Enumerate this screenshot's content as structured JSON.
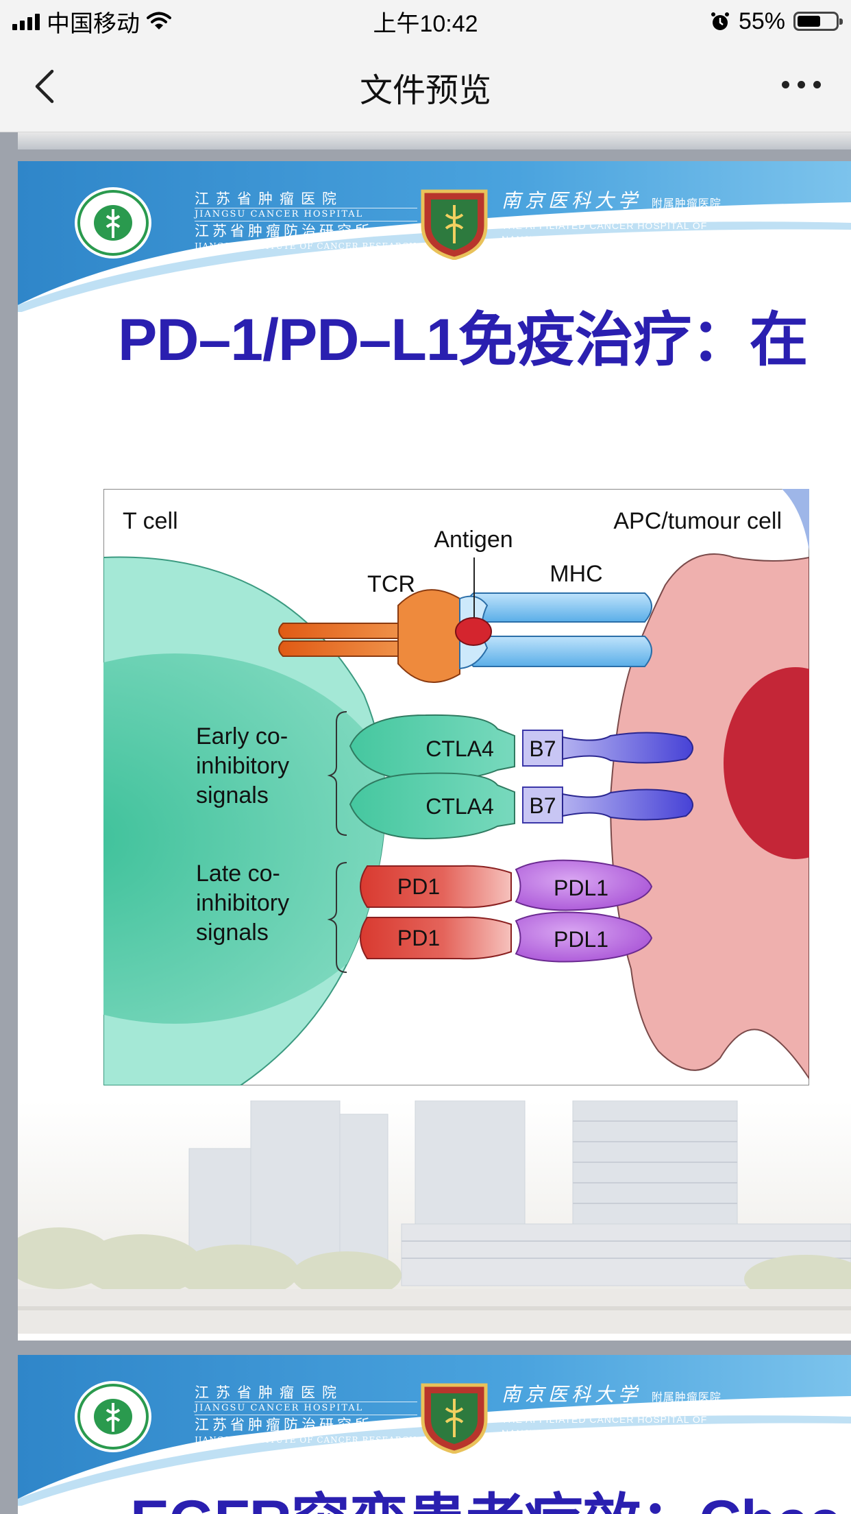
{
  "status_bar": {
    "carrier": "中国移动",
    "time": "上午10:42",
    "battery": "55%"
  },
  "nav": {
    "title": "文件预览"
  },
  "slides": [
    {
      "hospital_cn": "江苏省肿瘤医院",
      "hospital_en": "JIANGSU CANCER HOSPITAL",
      "institute_cn": "江苏省肿瘤防治研究所",
      "institute_en": "JIANGSU INSTITUTE OF CANCER RESEARCH",
      "univ_cn": "南京医科大学",
      "univ_affil": "附属肿瘤医院",
      "univ_en_line1": "THE AFFILIATED CANCER HOSPITAL OF",
      "univ_en_line2": "NANJING MEDICAL UNIVERSITY",
      "title": "PD–1/PD–L1免疫治疗：在"
    },
    {
      "hospital_cn": "江苏省肿瘤医院",
      "hospital_en": "JIANGSU CANCER HOSPITAL",
      "institute_cn": "江苏省肿瘤防治研究所",
      "institute_en": "JIANGSU INSTITUTE OF CANCER RESEARCH",
      "univ_cn": "南京医科大学",
      "univ_affil": "附属肿瘤医院",
      "univ_en_line1": "THE AFFILIATED CANCER HOSPITAL OF",
      "univ_en_line2": "NANJING MEDICAL UNIVERSITY",
      "title": "EGFR突变患者疗效：Chec"
    }
  ],
  "figure": {
    "t_cell": "T cell",
    "apc": "APC/tumour cell",
    "antigen": "Antigen",
    "tcr": "TCR",
    "mhc": "MHC",
    "early_line1": "Early co-",
    "early_line2": "inhibitory",
    "early_line3": "signals",
    "late_line1": "Late co-",
    "late_line2": "inhibitory",
    "late_line3": "signals",
    "ctla4_1": "CTLA4",
    "ctla4_2": "CTLA4",
    "b7_1": "B7",
    "b7_2": "B7",
    "pd1_1": "PD1",
    "pd1_2": "PD1",
    "pdl1_1": "PDL1",
    "pdl1_2": "PDL1"
  },
  "colors": {
    "title_blue": "#2a1fb0",
    "banner_blue": "#3a8ccf",
    "t_cell": "#9fe3d4",
    "tumour": "#efb0ae"
  }
}
